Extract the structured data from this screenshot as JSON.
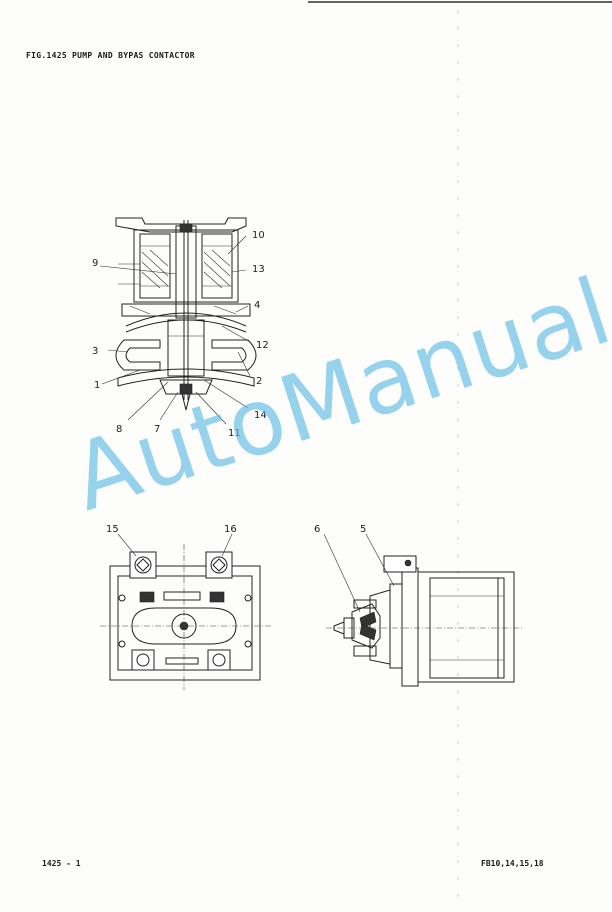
{
  "header": {
    "title": "FIG.1425   PUMP AND BYPAS CONTACTOR"
  },
  "footer": {
    "page_number": "1425 - 1",
    "models": "FB10,14,15,18"
  },
  "watermark": {
    "text": "AutoManual",
    "color": "#5ab8e6"
  },
  "diagram": {
    "callouts": [
      "10",
      "9",
      "13",
      "4",
      "3",
      "12",
      "2",
      "1",
      "14",
      "8",
      "7",
      "11",
      "15",
      "16",
      "6",
      "5"
    ]
  }
}
